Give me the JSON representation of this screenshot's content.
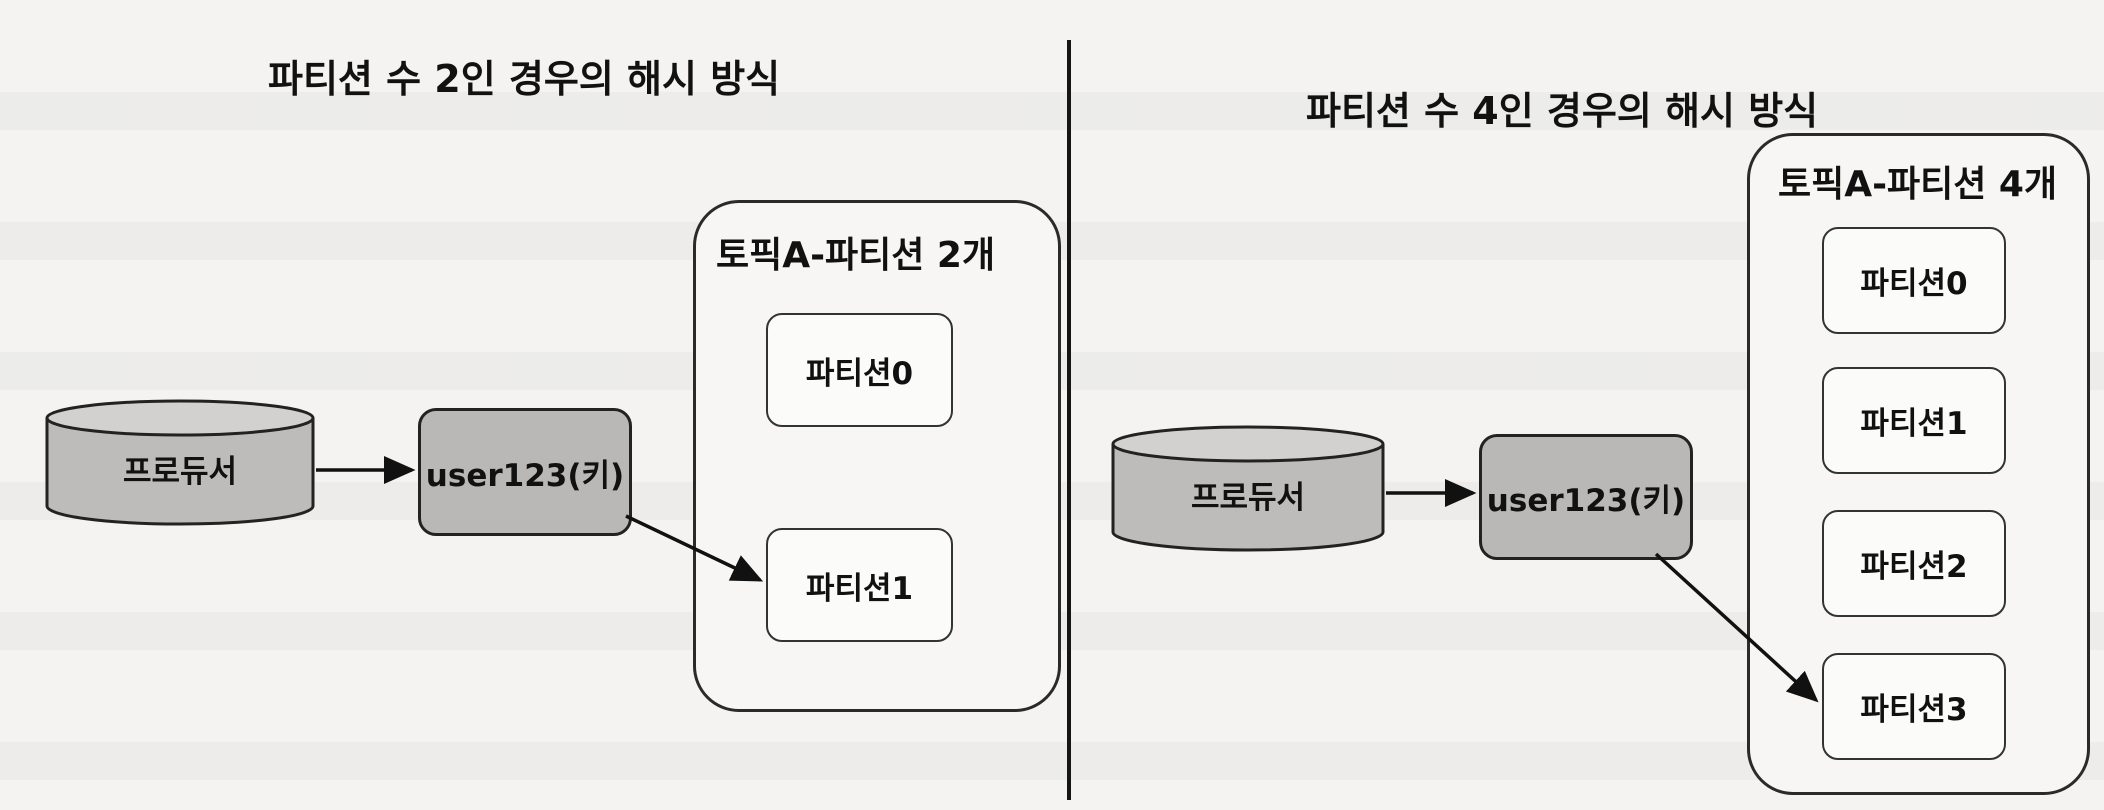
{
  "left": {
    "title": "파티션 수 2인 경우의 해시 방식",
    "producer": "프로듀서",
    "key": "user123(키)",
    "topic_label": "토픽A-파티션 2개",
    "partitions": [
      "파티션0",
      "파티션1"
    ]
  },
  "right": {
    "title": "파티션 수 4인 경우의 해시 방식",
    "producer": "프로듀서",
    "key": "user123(키)",
    "topic_label": "토픽A-파티션 4개",
    "partitions": [
      "파티션0",
      "파티션1",
      "파티션2",
      "파티션3"
    ]
  },
  "colors": {
    "key_fill": "#b9b8b6",
    "producer_fill": "#bdbcba",
    "line": "#111111"
  }
}
